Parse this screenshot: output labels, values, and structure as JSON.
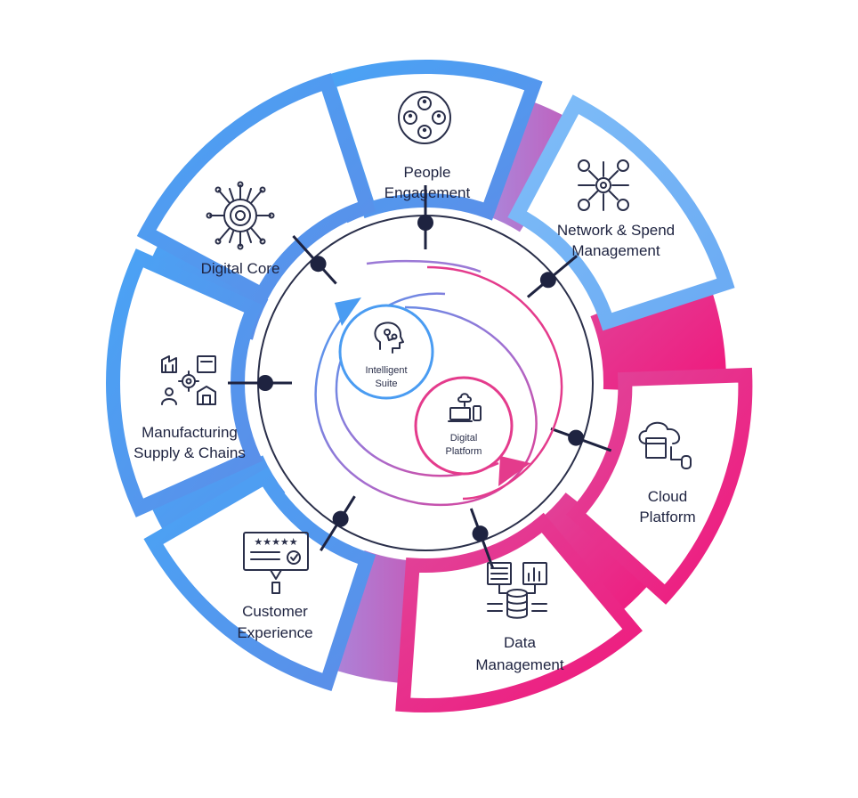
{
  "segments": [
    {
      "id": "people",
      "lines": [
        "People",
        "Engagement"
      ],
      "icon": "people-circle-icon"
    },
    {
      "id": "network",
      "lines": [
        "Network & Spend",
        "Management"
      ],
      "icon": "network-hub-icon"
    },
    {
      "id": "cloud",
      "lines": [
        "Cloud",
        "Platform"
      ],
      "icon": "cloud-folder-icon"
    },
    {
      "id": "data",
      "lines": [
        "Data",
        "Management"
      ],
      "icon": "data-server-icon"
    },
    {
      "id": "customer",
      "lines": [
        "Customer",
        "Experience"
      ],
      "icon": "rating-review-icon"
    },
    {
      "id": "manufacturing",
      "lines": [
        "Manufacturing",
        "Supply & Chains"
      ],
      "icon": "factory-gear-icon"
    },
    {
      "id": "digital-core",
      "lines": [
        "Digital Core"
      ],
      "icon": "chip-target-icon"
    }
  ],
  "core": {
    "intelligent": {
      "lines": [
        "Intelligent",
        "Suite"
      ],
      "icon": "brain-head-icon"
    },
    "digital": {
      "lines": [
        "Digital",
        "Platform"
      ],
      "icon": "devices-cloud-icon"
    }
  },
  "colors": {
    "blue": "#4a9cf2",
    "light_blue": "#7ab8f7",
    "pink": "#e43b8c",
    "magenta": "#f0157a",
    "purple": "#9b79d6",
    "dark": "#1e2340"
  }
}
